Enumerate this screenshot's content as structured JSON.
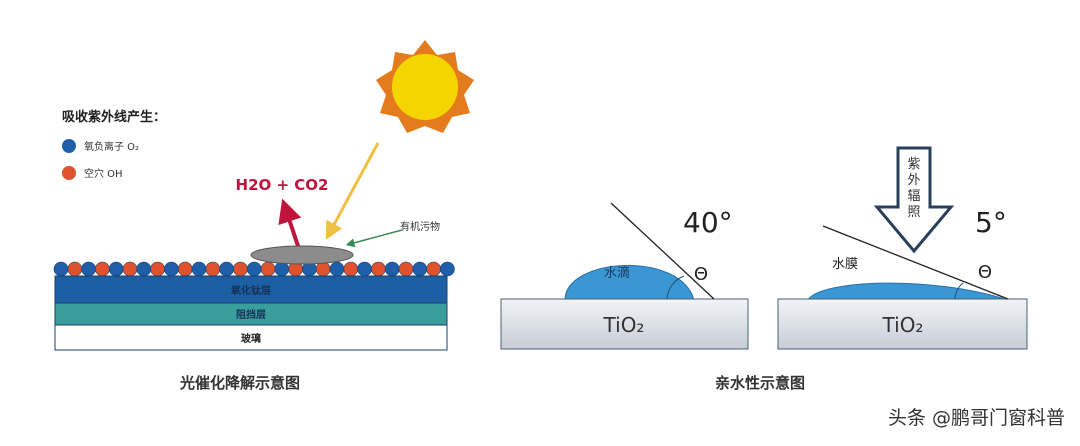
{
  "photocatalysis": {
    "legend_title": "吸收紫外线产生：",
    "legend": [
      {
        "label": "氧负离子 O₂",
        "color": "#1f5ea8"
      },
      {
        "label": "空穴 OH",
        "color": "#e0522e"
      }
    ],
    "products_label": "H2O + CO2",
    "pollutant_label": "有机污物",
    "layers": [
      "氧化钛层",
      "阻挡层",
      "玻璃"
    ],
    "caption": "光催化降解示意图"
  },
  "hydrophilicity": {
    "before": {
      "angle_label": "40°",
      "theta": "Θ",
      "drop_label": "水滴",
      "substrate": "TiO₂"
    },
    "after": {
      "angle_label": "5°",
      "theta": "Θ",
      "film_label": "水膜",
      "substrate": "TiO₂",
      "uv_label": [
        "紫",
        "外",
        "辐",
        "照"
      ]
    },
    "caption": "亲水性示意图"
  },
  "watermark": "头条 @鹏哥门窗科普",
  "colors": {
    "blue_layer": "#1d5fa3",
    "teal_layer": "#3a9e9c",
    "water": "#3b97d3",
    "sun": "#f5d500",
    "sun_rays": "#e47b1c",
    "product": "#c0143c"
  }
}
